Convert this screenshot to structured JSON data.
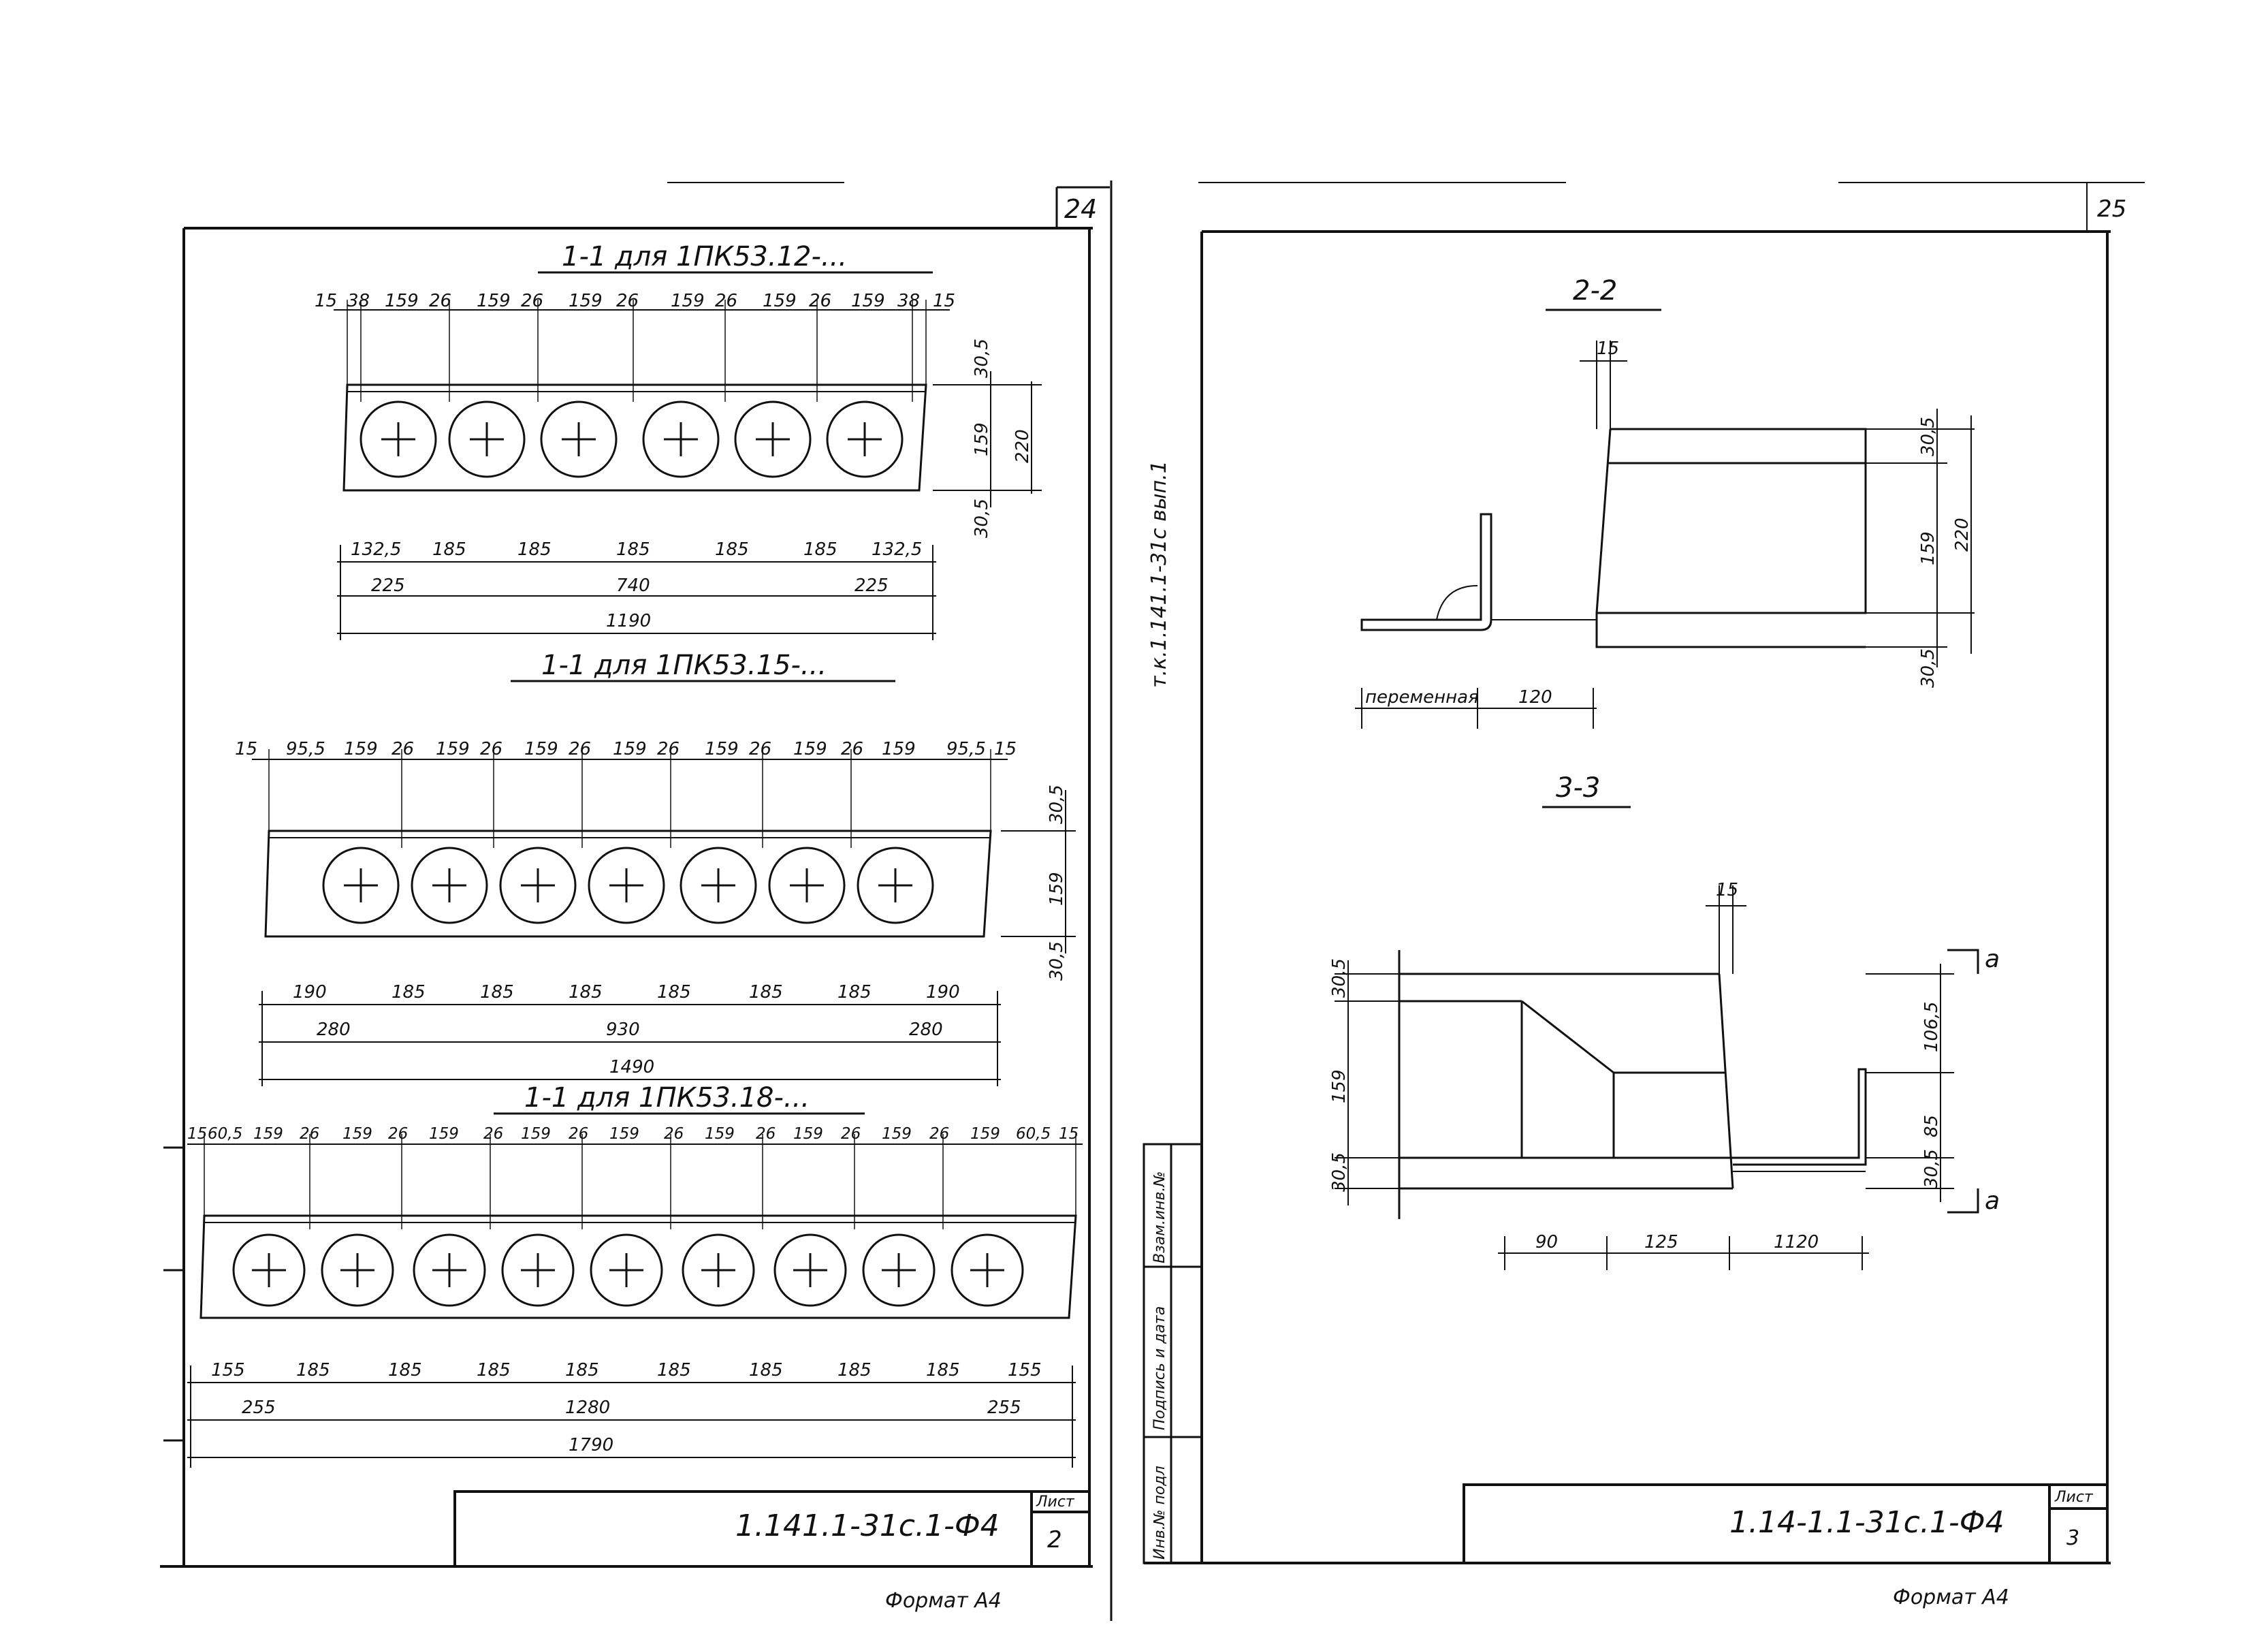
{
  "sheet_left": {
    "page_number": "24",
    "cross_section_1": {
      "title": "1-1  для  1ПК53.12-...",
      "top_dims": [
        "15",
        "38",
        "159",
        "26",
        "159",
        "26",
        "159",
        "26",
        "159",
        "26",
        "159",
        "26",
        "159",
        "38",
        "15"
      ],
      "side_dims": [
        "30,5",
        "159",
        "220",
        "30,5"
      ],
      "bottom_row1": [
        "132,5",
        "185",
        "185",
        "185",
        "185",
        "185",
        "132,5"
      ],
      "bottom_row2": [
        "225",
        "740",
        "225"
      ],
      "bottom_total": "1190"
    },
    "cross_section_2": {
      "title": "1-1  для  1ПК53.15-...",
      "top_dims": [
        "15",
        "95,5",
        "159",
        "26",
        "159",
        "26",
        "159",
        "26",
        "159",
        "26",
        "159",
        "26",
        "159",
        "26",
        "159",
        "95,5",
        "15"
      ],
      "side_dims": [
        "30,5",
        "159",
        "30,5"
      ],
      "bottom_row1": [
        "190",
        "185",
        "185",
        "185",
        "185",
        "185",
        "185",
        "190"
      ],
      "bottom_row2": [
        "280",
        "930",
        "280"
      ],
      "bottom_total": "1490"
    },
    "cross_section_3": {
      "title": "1-1  для  1ПК53.18-...",
      "top_dims": [
        "15",
        "60,5",
        "159",
        "26",
        "159",
        "26",
        "159",
        "26",
        "159",
        "26",
        "159",
        "26",
        "159",
        "26",
        "159",
        "26",
        "159",
        "26",
        "159",
        "60,5",
        "15"
      ],
      "bottom_row1": [
        "155",
        "185",
        "185",
        "185",
        "185",
        "185",
        "185",
        "185",
        "185",
        "155"
      ],
      "bottom_row2": [
        "255",
        "1280",
        "255"
      ],
      "bottom_total": "1790"
    },
    "stamp_code": "1.141.1-31с.1-Ф4",
    "sheet_label": "Лист",
    "sheet_number": "2",
    "format": "Формат А4"
  },
  "binding_strip": {
    "code_vertical": "т.к.1.141.1-31с  вып.1",
    "fields": [
      "Инв.№ подл",
      "Подпись и дата",
      "Взам.инв.№"
    ]
  },
  "sheet_right": {
    "page_number": "25",
    "section_2": {
      "title": "2-2",
      "top_dim": "15",
      "side_dims": [
        "30,5",
        "159",
        "220",
        "30,5"
      ],
      "bottom_dims": [
        "переменная",
        "120"
      ]
    },
    "section_3": {
      "title": "3-3",
      "top_dim": "15",
      "left_dims": [
        "30,5",
        "159",
        "30,5"
      ],
      "right_dims": [
        "106,5",
        "85",
        "30,5"
      ],
      "cut_label": "а",
      "bottom_dims": [
        "90",
        "125",
        "1120"
      ]
    },
    "stamp_code": "1.14-1.1-31с.1-Ф4",
    "sheet_label": "Лист",
    "sheet_number": "3",
    "format": "Формат А4"
  }
}
